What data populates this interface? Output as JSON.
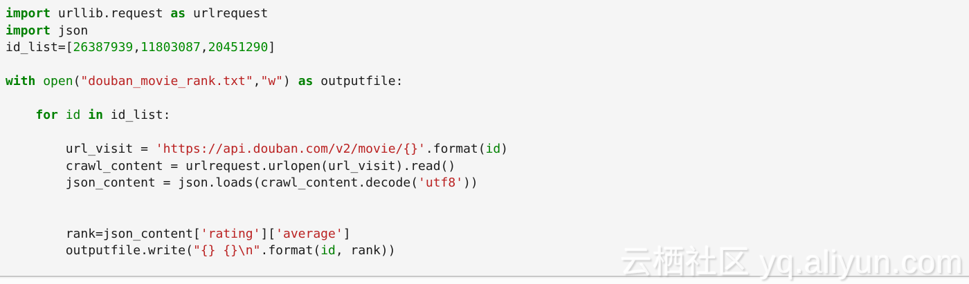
{
  "colors": {
    "background": "#f5f5f5",
    "keyword_green": "#008000",
    "builtin_green": "#008000",
    "number_green": "#008b00",
    "string_red": "#ba2121",
    "plain_text": "#1b1b1b",
    "divider_gray": "#c8c8c8",
    "strip_bg": "#fcfcfc"
  },
  "code": {
    "language": "python",
    "lines": [
      [
        {
          "t": "import",
          "c": "kw"
        },
        {
          "t": " urllib.request ",
          "c": "pl"
        },
        {
          "t": "as",
          "c": "kw"
        },
        {
          "t": " urlrequest",
          "c": "pl"
        }
      ],
      [
        {
          "t": "import",
          "c": "kw"
        },
        {
          "t": " json",
          "c": "pl"
        }
      ],
      [
        {
          "t": "id_list=[",
          "c": "pl"
        },
        {
          "t": "26387939",
          "c": "num"
        },
        {
          "t": ",",
          "c": "pl"
        },
        {
          "t": "11803087",
          "c": "num"
        },
        {
          "t": ",",
          "c": "pl"
        },
        {
          "t": "20451290",
          "c": "num"
        },
        {
          "t": "]",
          "c": "pl"
        }
      ],
      [],
      [
        {
          "t": "with",
          "c": "kw"
        },
        {
          "t": " ",
          "c": "pl"
        },
        {
          "t": "open",
          "c": "bi"
        },
        {
          "t": "(",
          "c": "pl"
        },
        {
          "t": "\"douban_movie_rank.txt\"",
          "c": "str"
        },
        {
          "t": ",",
          "c": "pl"
        },
        {
          "t": "\"w\"",
          "c": "str"
        },
        {
          "t": ") ",
          "c": "pl"
        },
        {
          "t": "as",
          "c": "kw"
        },
        {
          "t": " outputfile:",
          "c": "pl"
        }
      ],
      [],
      [
        {
          "t": "    ",
          "c": "pl"
        },
        {
          "t": "for",
          "c": "kw"
        },
        {
          "t": " ",
          "c": "pl"
        },
        {
          "t": "id",
          "c": "bi"
        },
        {
          "t": " ",
          "c": "pl"
        },
        {
          "t": "in",
          "c": "kw"
        },
        {
          "t": " id_list:",
          "c": "pl"
        }
      ],
      [],
      [
        {
          "t": "        url_visit = ",
          "c": "pl"
        },
        {
          "t": "'https://api.douban.com/v2/movie/{}'",
          "c": "str"
        },
        {
          "t": ".format(",
          "c": "pl"
        },
        {
          "t": "id",
          "c": "bi"
        },
        {
          "t": ")",
          "c": "pl"
        }
      ],
      [
        {
          "t": "        crawl_content = urlrequest.urlopen(url_visit).read()",
          "c": "pl"
        }
      ],
      [
        {
          "t": "        json_content = json.loads(crawl_content.decode(",
          "c": "pl"
        },
        {
          "t": "'utf8'",
          "c": "str"
        },
        {
          "t": "))",
          "c": "pl"
        }
      ],
      [],
      [],
      [
        {
          "t": "        rank=json_content[",
          "c": "pl"
        },
        {
          "t": "'rating'",
          "c": "str"
        },
        {
          "t": "][",
          "c": "pl"
        },
        {
          "t": "'average'",
          "c": "str"
        },
        {
          "t": "]",
          "c": "pl"
        }
      ],
      [
        {
          "t": "        outputfile.write(",
          "c": "pl"
        },
        {
          "t": "\"{} {}\\n\"",
          "c": "str"
        },
        {
          "t": ".format(",
          "c": "pl"
        },
        {
          "t": "id",
          "c": "bi"
        },
        {
          "t": ", rank))",
          "c": "pl"
        }
      ]
    ]
  },
  "watermark": {
    "text": "云栖社区 yq.aliyun.com"
  }
}
